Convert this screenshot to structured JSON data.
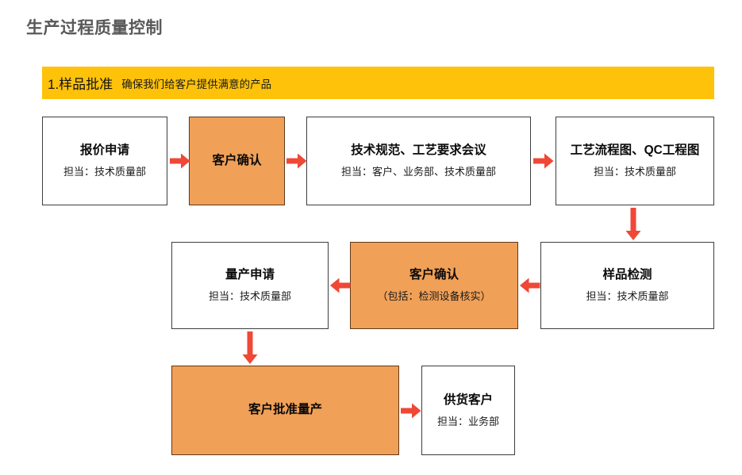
{
  "page": {
    "title": "生产过程质量控制",
    "title_color": "#595959",
    "background": "#ffffff"
  },
  "section": {
    "number_label": "1.样品批准",
    "subtitle": "确保我们给客户提供满意的产品",
    "bar_color": "#ffc20a"
  },
  "palette": {
    "orange_fill": "#f0a057",
    "white_fill": "#ffffff",
    "box_border": "#3d3d3d",
    "orange_border": "#5c3a1c",
    "arrow_red": "#ef4836"
  },
  "flow": {
    "rows": [
      {
        "row_id": "row-1",
        "nodes": [
          {
            "id": "quote-request",
            "title": "报价申请",
            "sub": "担当：技术质量部",
            "fill": "white"
          },
          {
            "id": "customer-confirm-1",
            "title": "客户确认",
            "sub": "",
            "fill": "orange"
          },
          {
            "id": "tech-spec-meeting",
            "title": "技术规范、工艺要求会议",
            "sub": "担当：客户、业务部、技术质量部",
            "fill": "white"
          },
          {
            "id": "process-qc-chart",
            "title": "工艺流程图、QC工程图",
            "sub": "担当：技术质量部",
            "fill": "white"
          }
        ]
      },
      {
        "row_id": "row-2",
        "nodes": [
          {
            "id": "mass-production-request",
            "title": "量产申请",
            "sub": "担当：技术质量部",
            "fill": "white"
          },
          {
            "id": "customer-confirm-2",
            "title": "客户确认",
            "sub": "（包括：检测设备核实）",
            "fill": "orange"
          },
          {
            "id": "sample-inspection",
            "title": "样品检测",
            "sub": "担当：技术质量部",
            "fill": "white"
          }
        ]
      },
      {
        "row_id": "row-3",
        "nodes": [
          {
            "id": "customer-approve-mp",
            "title": "客户批准量产",
            "sub": "",
            "fill": "orange"
          },
          {
            "id": "supply-customer",
            "title": "供货客户",
            "sub": "担当：业务部",
            "fill": "white"
          }
        ]
      }
    ],
    "connectors": [
      {
        "id": "arrow-r1-1-2",
        "direction": "right"
      },
      {
        "id": "arrow-r1-2-3",
        "direction": "right"
      },
      {
        "id": "arrow-r1-3-4",
        "direction": "right"
      },
      {
        "id": "arrow-r1-4-down-r2-3",
        "direction": "down"
      },
      {
        "id": "arrow-r2-3-2",
        "direction": "left"
      },
      {
        "id": "arrow-r2-2-1",
        "direction": "left"
      },
      {
        "id": "arrow-r2-1-down-r3-1",
        "direction": "down"
      },
      {
        "id": "arrow-r3-1-2",
        "direction": "right"
      }
    ]
  }
}
